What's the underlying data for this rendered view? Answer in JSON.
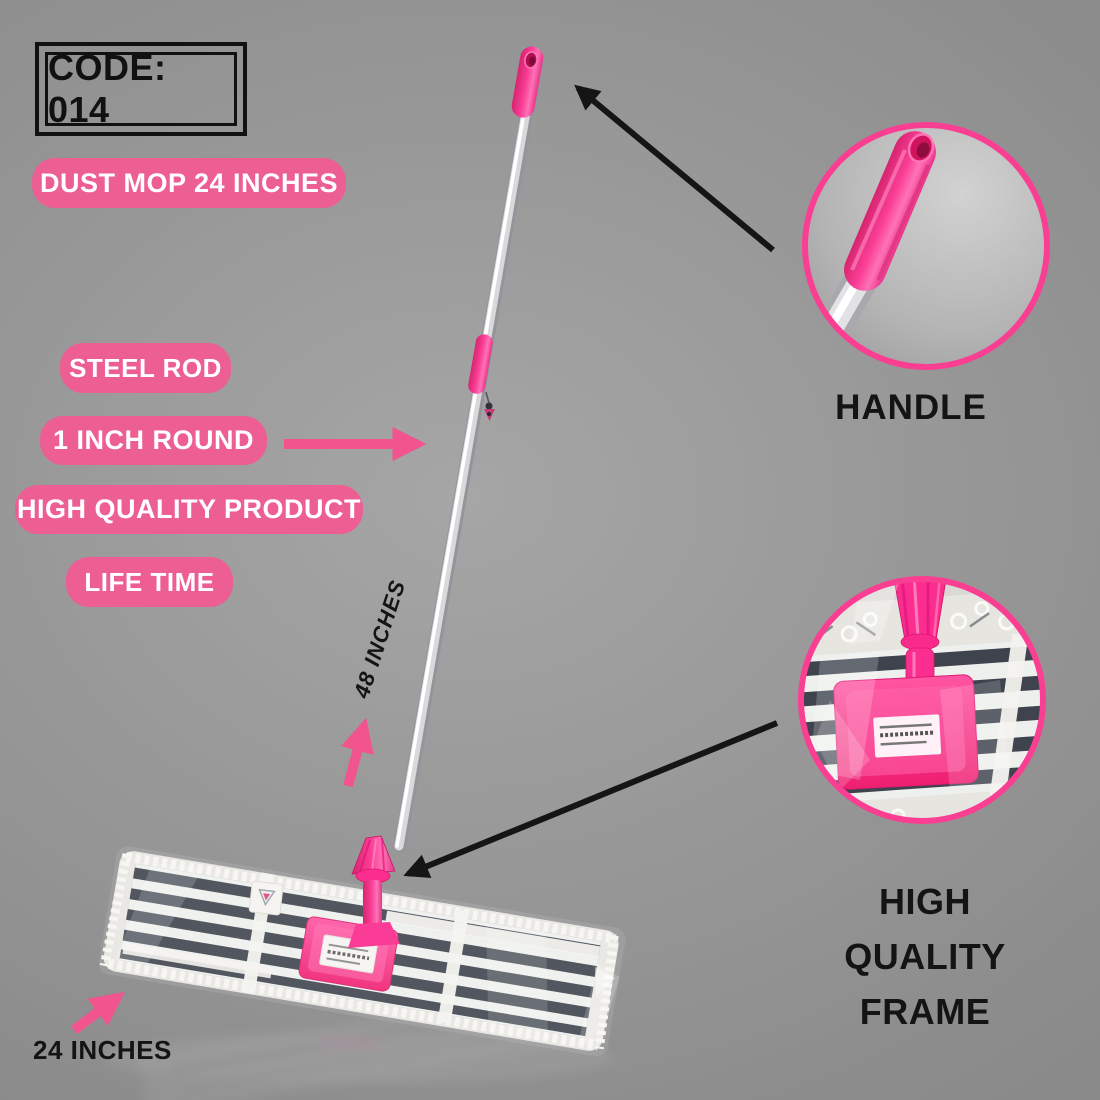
{
  "badge": {
    "code": "CODE: 014"
  },
  "title_pill": "DUST MOP 24 INCHES",
  "feature_pills": {
    "steel_rod": "STEEL ROD",
    "one_inch_round": "1 INCH ROUND",
    "high_quality_product": "HIGH QUALITY PRODUCT",
    "life_time": "LIFE TIME"
  },
  "dimensions": {
    "rod_length": "48 INCHES",
    "pad_width": "24 INCHES"
  },
  "callouts": {
    "handle_label": "HANDLE",
    "frame_label_line1": "HIGH QUALITY",
    "frame_label_line2": "FRAME"
  },
  "colors": {
    "pill_pink": "#ed5f92",
    "ring_pink": "#fa3f93",
    "product_pink": "#fb2e90",
    "arrow_pink": "#f2548e",
    "text_black": "#141414",
    "text_white": "#ffffff",
    "background_gray": "#8c8c8c",
    "stripe_dark": "#3e434d"
  }
}
